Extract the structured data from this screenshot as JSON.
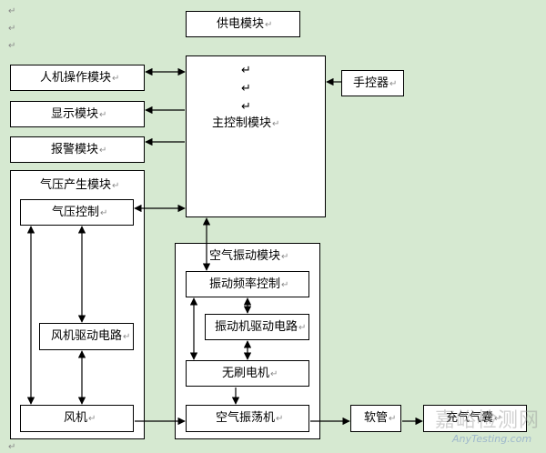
{
  "paragraph_mark": "↵",
  "nodes": {
    "power": "供电模块",
    "hmi": "人机操作模块",
    "display": "显示模块",
    "alarm": "报警模块",
    "main_ctrl": "主控制模块",
    "handheld": "手控器",
    "airpressure_module": "气压产生模块",
    "airpressure_ctrl": "气压控制",
    "fan_driver": "风机驱动电路",
    "fan": "风机",
    "vibration_module": "空气振动模块",
    "freq_ctrl": "振动频率控制",
    "vib_driver": "振动机驱动电路",
    "brushless": "无刷电机",
    "oscillator": "空气振荡机",
    "hose": "软管",
    "vest": "充气气囊"
  },
  "watermark": {
    "cn": "嘉峪检测网",
    "en": "AnyTesting.com"
  }
}
